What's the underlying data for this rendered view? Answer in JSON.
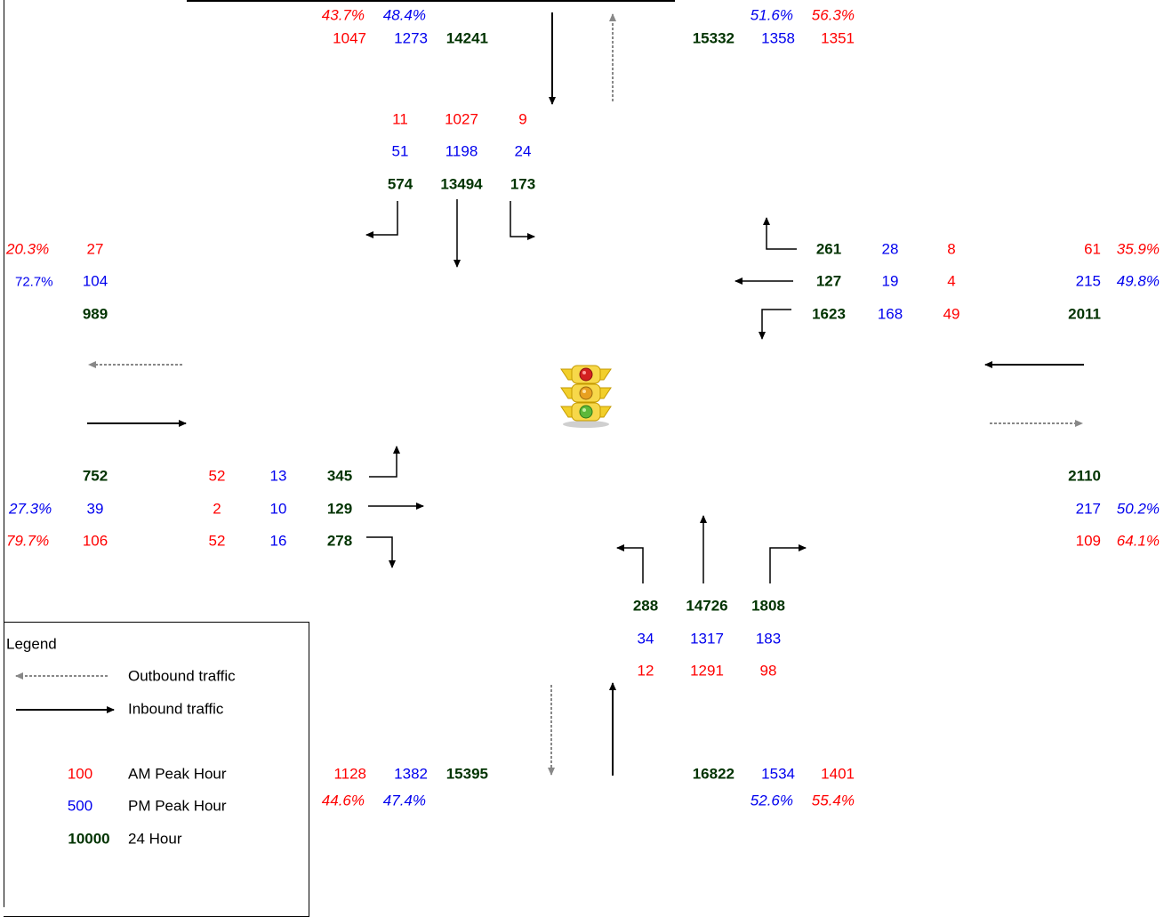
{
  "north": {
    "out_am_pct": "43.7%",
    "out_pm_pct": "48.4%",
    "out_am": "1047",
    "out_pm": "1273",
    "out_day": "14241",
    "in_day": "15332",
    "in_pm": "1358",
    "in_am": "1351",
    "in_pm_pct": "51.6%",
    "in_am_pct": "56.3%",
    "turns_am": [
      "11",
      "1027",
      "9"
    ],
    "turns_pm": [
      "51",
      "1198",
      "24"
    ],
    "turns_day": [
      "574",
      "13494",
      "173"
    ]
  },
  "west": {
    "am_pct": "20.3%",
    "am": "27",
    "pm_pct": "72.7%",
    "pm": "104",
    "day": "989",
    "in_day": "752",
    "in_pm_pct": "27.3%",
    "in_pm": "39",
    "in_am_pct": "79.7%",
    "in_am": "106",
    "turns_am": [
      "52",
      "2",
      "52"
    ],
    "turns_pm": [
      "13",
      "10",
      "16"
    ],
    "turns_day": [
      "345",
      "129",
      "278"
    ]
  },
  "east": {
    "turns_day": [
      "261",
      "127",
      "1623"
    ],
    "turns_pm": [
      "28",
      "19",
      "168"
    ],
    "turns_am": [
      "8",
      "4",
      "49"
    ],
    "out_am": "61",
    "out_am_pct": "35.9%",
    "out_pm": "215",
    "out_pm_pct": "49.8%",
    "out_day": "2011",
    "in_day": "2110",
    "in_pm": "217",
    "in_pm_pct": "50.2%",
    "in_am": "109",
    "in_am_pct": "64.1%"
  },
  "south": {
    "turns_day": [
      "288",
      "14726",
      "1808"
    ],
    "turns_pm": [
      "34",
      "1317",
      "183"
    ],
    "turns_am": [
      "12",
      "1291",
      "98"
    ],
    "out_am": "1128",
    "out_pm": "1382",
    "out_day": "15395",
    "out_am_pct": "44.6%",
    "out_pm_pct": "47.4%",
    "in_day": "16822",
    "in_pm": "1534",
    "in_am": "1401",
    "in_pm_pct": "52.6%",
    "in_am_pct": "55.4%"
  },
  "legend": {
    "title": "Legend",
    "outbound": "Outbound traffic",
    "inbound": "Inbound traffic",
    "am_sample": "100",
    "am_label": "AM Peak Hour",
    "pm_sample": "500",
    "pm_label": "PM Peak Hour",
    "day_sample": "10000",
    "day_label": "24 Hour"
  },
  "colors": {
    "am": "#ff0000",
    "pm": "#0000ee",
    "day": "#003300",
    "outbound": "#888888",
    "inbound": "#000000"
  },
  "icons": {
    "signal": "traffic-light-icon"
  }
}
